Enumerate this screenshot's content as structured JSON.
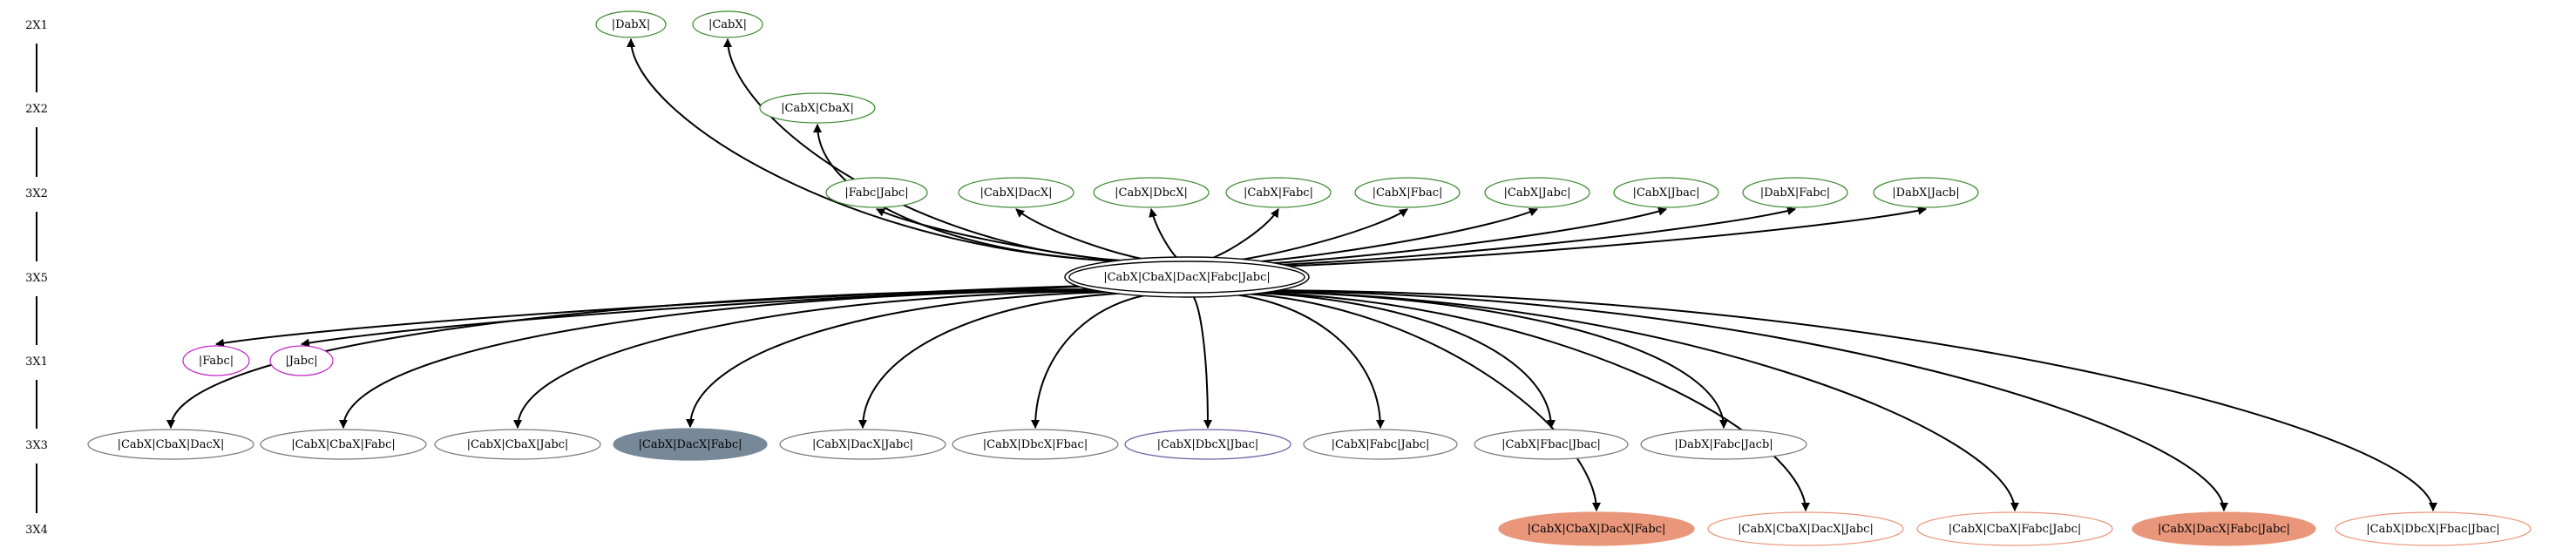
{
  "colors": {
    "green": "#3a8a2e",
    "magenta": "#c020c8",
    "gray": "#777777",
    "slate": "#778899",
    "salmon": "#e9967a",
    "purple": "#6e5aa0",
    "black": "#000000"
  },
  "ranks": [
    {
      "id": "r0",
      "label": "2X1"
    },
    {
      "id": "r1",
      "label": "2X2"
    },
    {
      "id": "r2",
      "label": "3X2"
    },
    {
      "id": "r3",
      "label": "3X5"
    },
    {
      "id": "r4",
      "label": "3X1"
    },
    {
      "id": "r5",
      "label": "3X3"
    },
    {
      "id": "r6",
      "label": "3X4"
    }
  ],
  "root": {
    "id": "root",
    "label": "|CabX|CbaX|DacX|Fabc|Jabc|"
  },
  "nodes": [
    {
      "id": "n-dabx",
      "label": "|DabX|",
      "style": "green"
    },
    {
      "id": "n-cabx",
      "label": "|CabX|",
      "style": "green"
    },
    {
      "id": "n-cabx-cbax",
      "label": "|CabX|CbaX|",
      "style": "green"
    },
    {
      "id": "n-fabc-jabc",
      "label": "|Fabc|Jabc|",
      "style": "green"
    },
    {
      "id": "n-cabx-dacx",
      "label": "|CabX|DacX|",
      "style": "green"
    },
    {
      "id": "n-cabx-dbcx",
      "label": "|CabX|DbcX|",
      "style": "green"
    },
    {
      "id": "n-cabx-fabc",
      "label": "|CabX|Fabc|",
      "style": "green"
    },
    {
      "id": "n-cabx-fbac",
      "label": "|CabX|Fbac|",
      "style": "green"
    },
    {
      "id": "n-cabx-jabc",
      "label": "|CabX|Jabc|",
      "style": "green"
    },
    {
      "id": "n-cabx-jbac",
      "label": "|CabX|Jbac|",
      "style": "green"
    },
    {
      "id": "n-dabx-fabc",
      "label": "|DabX|Fabc|",
      "style": "green"
    },
    {
      "id": "n-dabx-jacb",
      "label": "|DabX|Jacb|",
      "style": "green"
    },
    {
      "id": "n-fabc",
      "label": "|Fabc|",
      "style": "magenta"
    },
    {
      "id": "n-jabc",
      "label": "|Jabc|",
      "style": "magenta"
    },
    {
      "id": "n-cabx-cbax-dacx",
      "label": "|CabX|CbaX|DacX|",
      "style": "gray"
    },
    {
      "id": "n-cabx-cbax-fabc",
      "label": "|CabX|CbaX|Fabc|",
      "style": "gray"
    },
    {
      "id": "n-cabx-cbax-jabc",
      "label": "|CabX|CbaX|Jabc|",
      "style": "gray"
    },
    {
      "id": "n-cabx-dacx-fabc",
      "label": "|CabX|DacX|Fabc|",
      "style": "slate"
    },
    {
      "id": "n-cabx-dacx-jabc",
      "label": "|CabX|DacX|Jabc|",
      "style": "gray"
    },
    {
      "id": "n-cabx-dbcx-fbac",
      "label": "|CabX|DbcX|Fbac|",
      "style": "gray"
    },
    {
      "id": "n-cabx-dbcx-jbac",
      "label": "|CabX|DbcX|Jbac|",
      "style": "purple"
    },
    {
      "id": "n-cabx-fabc-jabc",
      "label": "|CabX|Fabc|Jabc|",
      "style": "gray"
    },
    {
      "id": "n-cabx-fbac-jbac",
      "label": "|CabX|Fbac|Jbac|",
      "style": "gray"
    },
    {
      "id": "n-dabx-fabc-jacb",
      "label": "|DabX|Fabc|Jacb|",
      "style": "gray"
    },
    {
      "id": "n-cabx-cbax-dacx-fabc",
      "label": "|CabX|CbaX|DacX|Fabc|",
      "style": "salmon"
    },
    {
      "id": "n-cabx-cbax-dacx-jabc",
      "label": "|CabX|CbaX|DacX|Jabc|",
      "style": "salmon-outline"
    },
    {
      "id": "n-cabx-cbax-fabc-jabc",
      "label": "|CabX|CbaX|Fabc|Jabc|",
      "style": "salmon-outline"
    },
    {
      "id": "n-cabx-dacx-fabc-jabc",
      "label": "|CabX|DacX|Fabc|Jabc|",
      "style": "salmon"
    },
    {
      "id": "n-cabx-dbcx-fbac-jbac",
      "label": "|CabX|DbcX|Fbac|Jbac|",
      "style": "salmon-outline"
    }
  ]
}
